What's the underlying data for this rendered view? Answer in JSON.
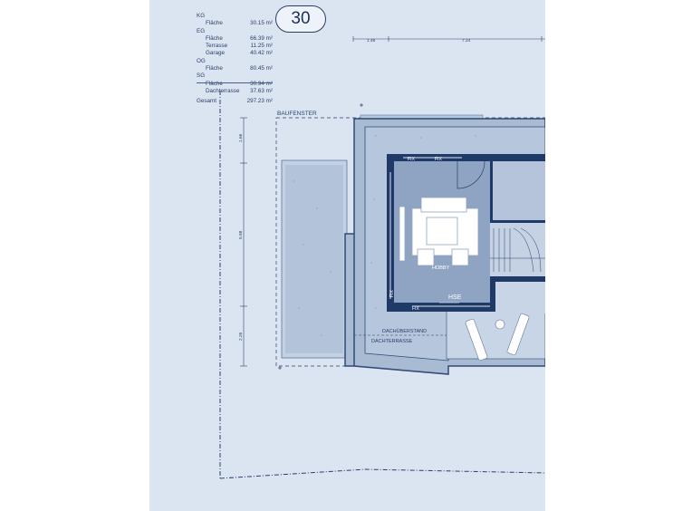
{
  "plan_number": "30",
  "areas": [
    {
      "label": "KG",
      "value": "",
      "level": "header"
    },
    {
      "label": "Fläche",
      "value": "30.15 m²",
      "level": "sub"
    },
    {
      "label": "EG",
      "value": "",
      "level": "header"
    },
    {
      "label": "Fläche",
      "value": "66.39 m²",
      "level": "sub"
    },
    {
      "label": "Terrasse",
      "value": "11.25 m²",
      "level": "sub"
    },
    {
      "label": "Garage",
      "value": "40.42 m²",
      "level": "sub"
    },
    {
      "label": "OG",
      "value": "",
      "level": "header"
    },
    {
      "label": "Fläche",
      "value": "80.45 m²",
      "level": "sub"
    },
    {
      "label": "SG",
      "value": "",
      "level": "header"
    },
    {
      "label": "Fläche",
      "value": "30.94 m²",
      "level": "sub"
    },
    {
      "label": "Dachterrasse",
      "value": "37.63 m²",
      "level": "sub"
    },
    {
      "label": "Gesamt",
      "value": "297.23 m²",
      "level": "total"
    }
  ],
  "dimensions": {
    "top_1": "1.46",
    "top_2": "7.24",
    "left_1": "1.66",
    "left_2": "5.98",
    "left_3": "2.26"
  },
  "room_labels": {
    "baufenster": "BAUFENSTER",
    "hobby": "HOBBY",
    "hse": "HSE",
    "dachueberstand": "DACHÜBERSTAND",
    "dachterrasse": "DACHTERRASSE",
    "fix_1": "FIX",
    "fix_2": "FIX",
    "fix_bottom": "FIX",
    "fix_left": "FIX"
  },
  "colors": {
    "sheet": "#dbe5f2",
    "wall": "#1f3a66",
    "roof": "#a9bbd3",
    "roof_light": "#c3d1e3",
    "room_floor": "#8fa4c2",
    "furniture": "#ffffff",
    "line": "#2a3e68"
  }
}
